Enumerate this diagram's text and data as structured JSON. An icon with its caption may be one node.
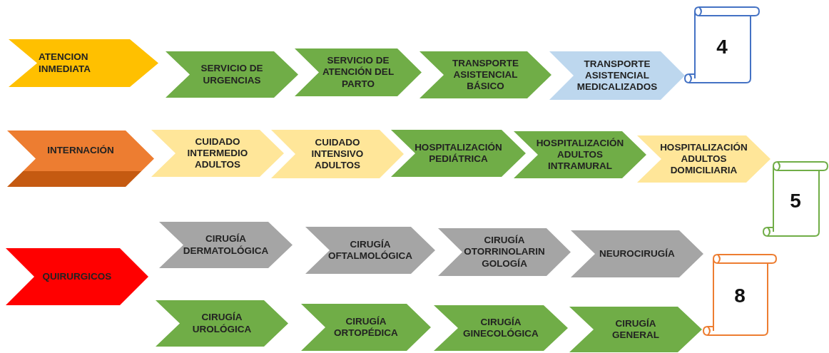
{
  "diagram": {
    "nodes": [
      {
        "text": [
          "ATENCION INMEDIATA"
        ]
      },
      {
        "text": [
          "SERVICIO DE URGENCIAS"
        ]
      },
      {
        "text": [
          "SERVICIO DE ATENCIÓN DEL PARTO"
        ]
      },
      {
        "text": [
          "TRANSPORTE ASISTENCIAL BÁSICO"
        ]
      },
      {
        "text": [
          "TRANSPORTE ASISTENCIAL MEDICALIZADOS"
        ]
      },
      {
        "text": [
          "4"
        ]
      },
      {
        "text": [
          "INTERNACIÓN"
        ]
      },
      {
        "text": [
          "CUIDADO INTERMEDIO ADULTOS"
        ]
      },
      {
        "text": [
          "CUIDADO INTENSIVO ADULTOS"
        ]
      },
      {
        "text": [
          "HOSPITALIZACIÓN PEDIÁTRICA"
        ]
      },
      {
        "text": [
          "HOSPITALIZACIÓN ADULTOS INTRAMURAL"
        ]
      },
      {
        "text": [
          "HOSPITALIZACIÓN ADULTOS DOMICILIARIA"
        ]
      },
      {
        "text": [
          "5"
        ]
      },
      {
        "text": [
          "QUIRURGICOS"
        ]
      },
      {
        "text": [
          "CIRUGÍA DERMATOLÓGICA"
        ]
      },
      {
        "text": [
          "CIRUGÍA OFTALMOLÓGICA"
        ]
      },
      {
        "text": [
          "CIRUGÍA OTORRINOLARIN GOLOGÍA"
        ]
      },
      {
        "text": [
          "NEUROCIRUGÍA"
        ]
      },
      {
        "text": [
          "CIRUGÍA UROLÓGICA"
        ]
      },
      {
        "text": [
          "CIRUGÍA ORTOPÉDICA"
        ]
      },
      {
        "text": [
          "CIRUGÍA GINECOLÓGICA"
        ]
      },
      {
        "text": [
          "CIRUGÍA GENERAL"
        ]
      },
      {
        "text": [
          "8"
        ]
      }
    ]
  }
}
